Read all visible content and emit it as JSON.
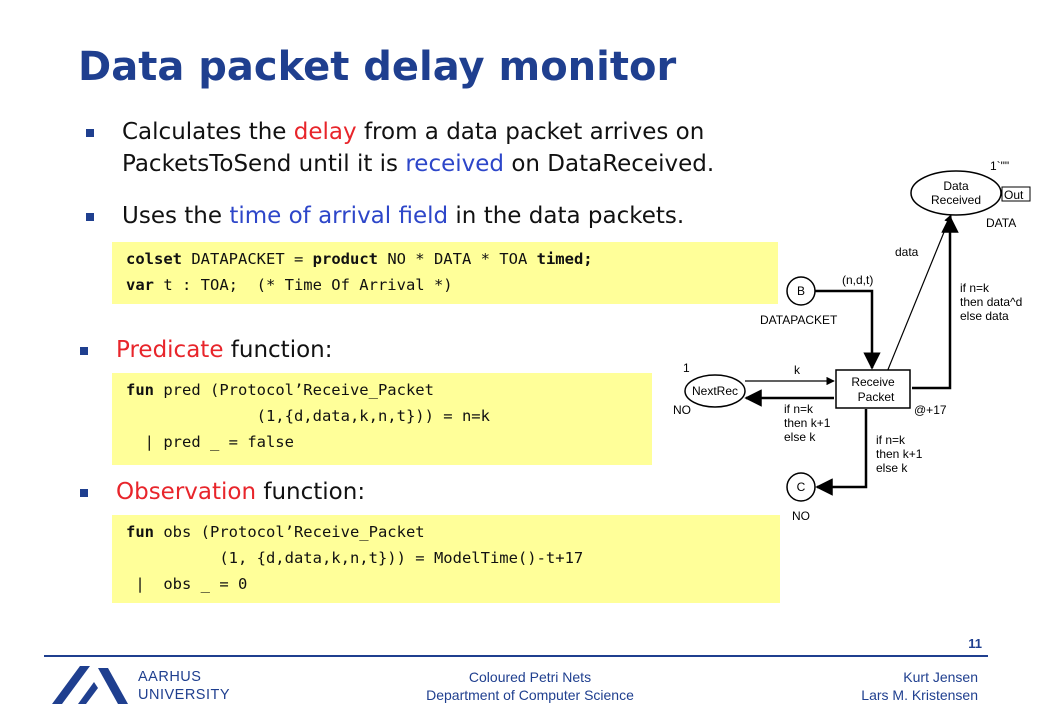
{
  "slide": {
    "title": "Data packet delay monitor",
    "page_number": "11"
  },
  "bullets": {
    "b1": {
      "pre": "Calculates the ",
      "delay": "delay",
      "mid": " from a data packet arrives on",
      "line2_pre": "PacketsToSend until it is ",
      "received": "received",
      "line2_post": " on DataReceived."
    },
    "b2": {
      "pre": "Uses the ",
      "toa": "time of arrival field",
      "post": " in the data packets."
    },
    "b3": {
      "red": "Predicate",
      "post": " function:"
    },
    "b4": {
      "red": "Observation",
      "post": " function:"
    }
  },
  "code": {
    "c1": {
      "l1_kw1": "colset",
      "l1_a": " DATAPACKET = ",
      "l1_kw2": "product",
      "l1_b": " NO * DATA * TOA ",
      "l1_kw3": "timed;",
      "l2_kw": "var",
      "l2_rest": " t : TOA;  (* Time Of Arrival *)"
    },
    "c2": {
      "l1_kw": "fun",
      "l1_rest": " pred (Protocol’Receive_Packet",
      "l2": "              (1,{d,data,k,n,t})) = n=k",
      "l3": "  | pred _ = false"
    },
    "c3": {
      "l1_kw": "fun",
      "l1_rest": " obs (Protocol’Receive_Packet",
      "l2": "          (1, {d,data,k,n,t})) = ModelTime()-t+17",
      "l3": " |  obs _ = 0"
    }
  },
  "diagram": {
    "data_received_label_1": "Data",
    "data_received_label_2": "Received",
    "data_received_init": "1`\"\"",
    "out_tag": "Out",
    "data_type": "DATA",
    "arc_data": "data",
    "arc_if_1": "if n=k",
    "arc_if_2": "then data^d",
    "arc_if_3": "else data",
    "place_b": "B",
    "place_b_type": "DATAPACKET",
    "arc_ndt": "(n,d,t)",
    "place_nextrec": "NextRec",
    "nextrec_init": "1",
    "nextrec_type": "NO",
    "arc_k": "k",
    "arc_ifk_1": "if n=k",
    "arc_ifk_2": "then k+1",
    "arc_ifk_3": "else k",
    "transition_1": "Receive",
    "transition_2": "Packet",
    "time_delay": "@+17",
    "place_c": "C",
    "place_c_type": "NO"
  },
  "footer": {
    "university_1": "AARHUS",
    "university_2": "UNIVERSITY",
    "course": "Coloured Petri Nets",
    "department": "Department of Computer Science",
    "author1": "Kurt Jensen",
    "author2": "Lars M. Kristensen"
  },
  "colors": {
    "title_blue": "#1f3f8f",
    "highlight_red": "#e8252b",
    "highlight_blue": "#2d46c9",
    "code_background": "#ffff99"
  }
}
